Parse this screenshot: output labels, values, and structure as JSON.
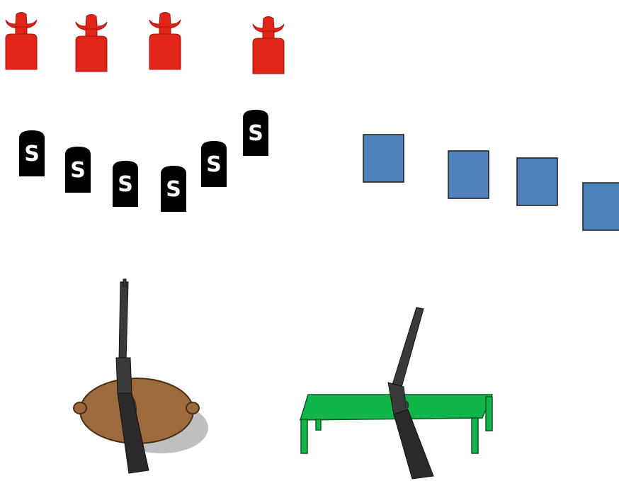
{
  "colors": {
    "background": "#ffffff",
    "cowboy_target": "#e02418",
    "cowboy_target_edge": "#a8140c",
    "marker": "#000000",
    "marker_text": "#ffffff",
    "steel_plate": "#4f81bd",
    "steel_plate_edge": "#1a1a1a",
    "table": "#12b54a",
    "table_edge": "#0a5a22",
    "bucket": "#9c6a3c",
    "bucket_edge": "#4a2e14",
    "shadow": "#bfbfbf",
    "gun_metal": "#3a3a3a",
    "gun_wood": "#2a2a2a"
  },
  "cowboy_targets": {
    "count": 4,
    "icon": "cowboy-silhouette-target"
  },
  "shotgun_markers": {
    "count": 6,
    "label": "S",
    "icon": "tombstone-marker"
  },
  "steel_plates": {
    "count": 4,
    "icon": "square-plate-target"
  },
  "props": [
    {
      "name": "rifle-on-barrel",
      "icon": "lever-action-rifle-icon"
    },
    {
      "name": "shotgun-on-table",
      "icon": "shotgun-icon"
    }
  ]
}
